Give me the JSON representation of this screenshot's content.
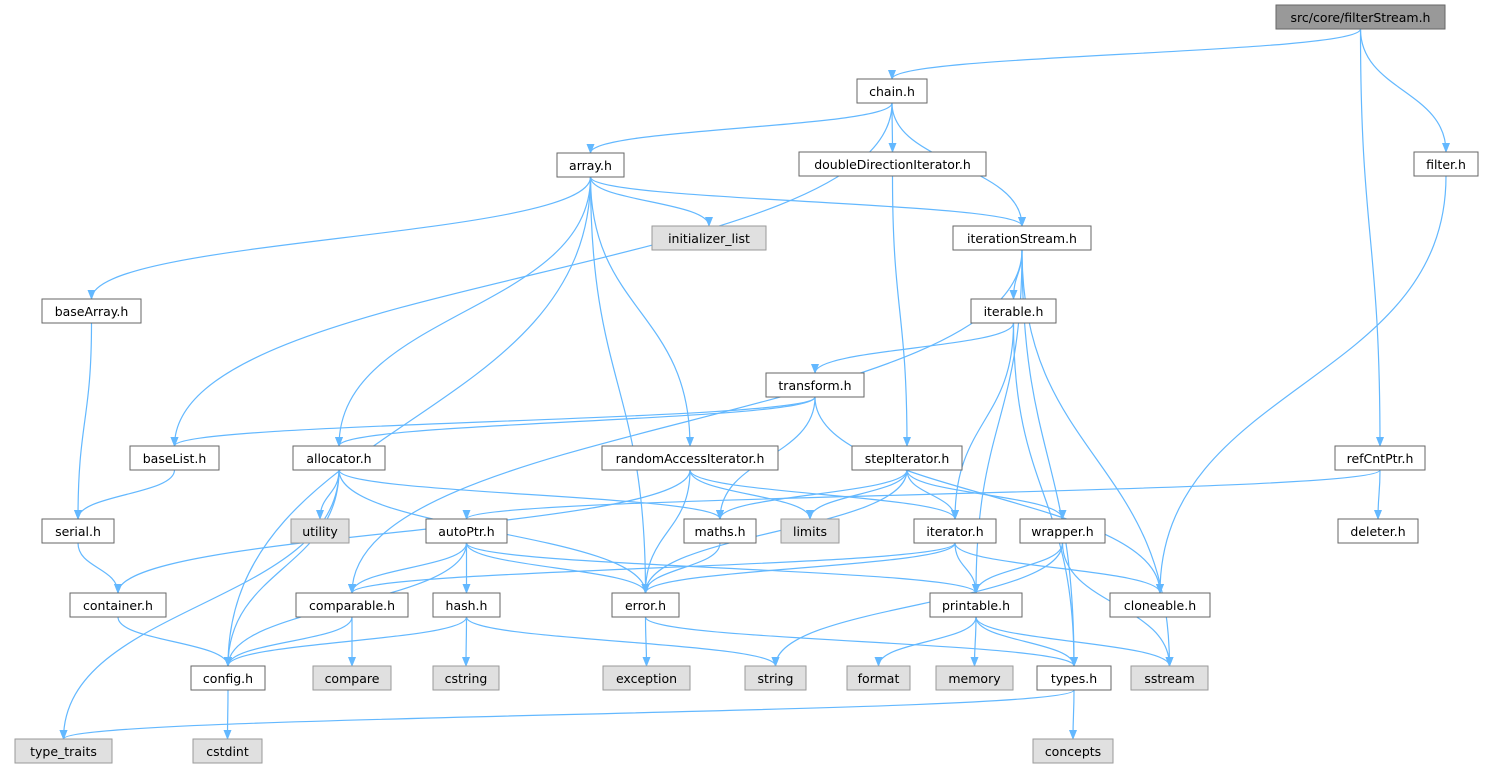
{
  "graph_title": "src/core/filterStream.h",
  "colors": {
    "root_fill": "#999999",
    "root_stroke": "#666666",
    "file_fill": "#ffffff",
    "file_stroke": "#666666",
    "system_fill": "#e0e0e0",
    "system_stroke": "#999999",
    "edge": "#63b8ff"
  },
  "nodes": [
    {
      "id": "filterStream",
      "label": "src/core/filterStream.h",
      "kind": "root"
    },
    {
      "id": "chain",
      "label": "chain.h",
      "kind": "file"
    },
    {
      "id": "array",
      "label": "array.h",
      "kind": "file"
    },
    {
      "id": "ddi",
      "label": "doubleDirectionIterator.h",
      "kind": "file"
    },
    {
      "id": "filter",
      "label": "filter.h",
      "kind": "file"
    },
    {
      "id": "initializer_list",
      "label": "initializer_list",
      "kind": "system"
    },
    {
      "id": "iterationStream",
      "label": "iterationStream.h",
      "kind": "file"
    },
    {
      "id": "baseArray",
      "label": "baseArray.h",
      "kind": "file"
    },
    {
      "id": "iterable",
      "label": "iterable.h",
      "kind": "file"
    },
    {
      "id": "transform",
      "label": "transform.h",
      "kind": "file"
    },
    {
      "id": "baseList",
      "label": "baseList.h",
      "kind": "file"
    },
    {
      "id": "allocator",
      "label": "allocator.h",
      "kind": "file"
    },
    {
      "id": "rai",
      "label": "randomAccessIterator.h",
      "kind": "file"
    },
    {
      "id": "stepIterator",
      "label": "stepIterator.h",
      "kind": "file"
    },
    {
      "id": "refCntPtr",
      "label": "refCntPtr.h",
      "kind": "file"
    },
    {
      "id": "serial",
      "label": "serial.h",
      "kind": "file"
    },
    {
      "id": "utility",
      "label": "utility",
      "kind": "system"
    },
    {
      "id": "autoPtr",
      "label": "autoPtr.h",
      "kind": "file"
    },
    {
      "id": "maths",
      "label": "maths.h",
      "kind": "file"
    },
    {
      "id": "limits",
      "label": "limits",
      "kind": "system"
    },
    {
      "id": "iterator",
      "label": "iterator.h",
      "kind": "file"
    },
    {
      "id": "wrapper",
      "label": "wrapper.h",
      "kind": "file"
    },
    {
      "id": "deleter",
      "label": "deleter.h",
      "kind": "file"
    },
    {
      "id": "container",
      "label": "container.h",
      "kind": "file"
    },
    {
      "id": "comparable",
      "label": "comparable.h",
      "kind": "file"
    },
    {
      "id": "hash",
      "label": "hash.h",
      "kind": "file"
    },
    {
      "id": "error",
      "label": "error.h",
      "kind": "file"
    },
    {
      "id": "printable",
      "label": "printable.h",
      "kind": "file"
    },
    {
      "id": "cloneable",
      "label": "cloneable.h",
      "kind": "file"
    },
    {
      "id": "config",
      "label": "config.h",
      "kind": "file"
    },
    {
      "id": "compare",
      "label": "compare",
      "kind": "system"
    },
    {
      "id": "cstring",
      "label": "cstring",
      "kind": "system"
    },
    {
      "id": "exception",
      "label": "exception",
      "kind": "system"
    },
    {
      "id": "string",
      "label": "string",
      "kind": "system"
    },
    {
      "id": "format",
      "label": "format",
      "kind": "system"
    },
    {
      "id": "memory",
      "label": "memory",
      "kind": "system"
    },
    {
      "id": "types",
      "label": "types.h",
      "kind": "file"
    },
    {
      "id": "sstream",
      "label": "sstream",
      "kind": "system"
    },
    {
      "id": "type_traits",
      "label": "type_traits",
      "kind": "system"
    },
    {
      "id": "cstdint",
      "label": "cstdint",
      "kind": "system"
    },
    {
      "id": "concepts",
      "label": "concepts",
      "kind": "system"
    }
  ],
  "edges": [
    [
      "filterStream",
      "chain"
    ],
    [
      "filterStream",
      "refCntPtr"
    ],
    [
      "filterStream",
      "filter"
    ],
    [
      "chain",
      "baseList"
    ],
    [
      "chain",
      "array"
    ],
    [
      "chain",
      "ddi"
    ],
    [
      "chain",
      "iterationStream"
    ],
    [
      "array",
      "baseArray"
    ],
    [
      "array",
      "config"
    ],
    [
      "array",
      "allocator"
    ],
    [
      "array",
      "error"
    ],
    [
      "array",
      "rai"
    ],
    [
      "array",
      "initializer_list"
    ],
    [
      "array",
      "iterationStream"
    ],
    [
      "ddi",
      "stepIterator"
    ],
    [
      "filter",
      "cloneable"
    ],
    [
      "iterationStream",
      "comparable"
    ],
    [
      "iterationStream",
      "iterable"
    ],
    [
      "iterationStream",
      "printable"
    ],
    [
      "iterationStream",
      "sstream"
    ],
    [
      "iterationStream",
      "types"
    ],
    [
      "baseArray",
      "serial"
    ],
    [
      "iterable",
      "transform"
    ],
    [
      "iterable",
      "iterator"
    ],
    [
      "iterable",
      "types"
    ],
    [
      "transform",
      "baseList"
    ],
    [
      "transform",
      "allocator"
    ],
    [
      "transform",
      "maths"
    ],
    [
      "transform",
      "cloneable"
    ],
    [
      "baseList",
      "serial"
    ],
    [
      "allocator",
      "utility"
    ],
    [
      "allocator",
      "type_traits"
    ],
    [
      "allocator",
      "config"
    ],
    [
      "allocator",
      "maths"
    ],
    [
      "allocator",
      "error"
    ],
    [
      "rai",
      "container"
    ],
    [
      "rai",
      "error"
    ],
    [
      "rai",
      "limits"
    ],
    [
      "rai",
      "iterator"
    ],
    [
      "stepIterator",
      "maths"
    ],
    [
      "stepIterator",
      "limits"
    ],
    [
      "stepIterator",
      "iterator"
    ],
    [
      "stepIterator",
      "wrapper"
    ],
    [
      "stepIterator",
      "error"
    ],
    [
      "refCntPtr",
      "autoPtr"
    ],
    [
      "refCntPtr",
      "deleter"
    ],
    [
      "serial",
      "container"
    ],
    [
      "autoPtr",
      "config"
    ],
    [
      "autoPtr",
      "comparable"
    ],
    [
      "autoPtr",
      "hash"
    ],
    [
      "autoPtr",
      "error"
    ],
    [
      "autoPtr",
      "printable"
    ],
    [
      "iterator",
      "comparable"
    ],
    [
      "iterator",
      "error"
    ],
    [
      "iterator",
      "printable"
    ],
    [
      "iterator",
      "cloneable"
    ],
    [
      "wrapper",
      "string"
    ],
    [
      "wrapper",
      "printable"
    ],
    [
      "wrapper",
      "sstream"
    ],
    [
      "maths",
      "error"
    ],
    [
      "container",
      "config"
    ],
    [
      "comparable",
      "config"
    ],
    [
      "comparable",
      "compare"
    ],
    [
      "hash",
      "config"
    ],
    [
      "hash",
      "cstring"
    ],
    [
      "hash",
      "string"
    ],
    [
      "error",
      "exception"
    ],
    [
      "error",
      "types"
    ],
    [
      "printable",
      "format"
    ],
    [
      "printable",
      "memory"
    ],
    [
      "printable",
      "types"
    ],
    [
      "printable",
      "sstream"
    ],
    [
      "config",
      "cstdint"
    ],
    [
      "types",
      "type_traits"
    ],
    [
      "types",
      "concepts"
    ]
  ]
}
